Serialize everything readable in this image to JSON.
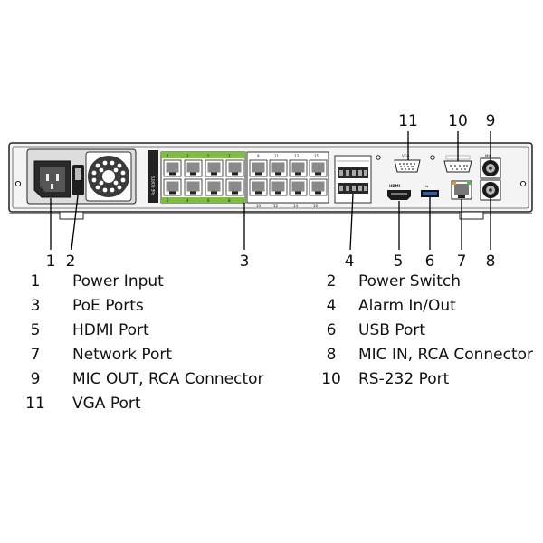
{
  "callouts": [
    "1",
    "2",
    "3",
    "4",
    "5",
    "6",
    "7",
    "8",
    "9",
    "10",
    "11"
  ],
  "panel_labels": {
    "poe_ports": "PoE PORTS",
    "vga": "VGA",
    "hdmi": "HDMI",
    "mic_out": "MIC",
    "port_top": [
      "1",
      "3",
      "5",
      "7",
      "9",
      "11",
      "13",
      "15"
    ],
    "port_bottom": [
      "2",
      "4",
      "6",
      "8",
      "10",
      "12",
      "14",
      "16"
    ]
  },
  "legend": [
    {
      "num": "1",
      "label": "Power Input"
    },
    {
      "num": "2",
      "label": "Power Switch"
    },
    {
      "num": "3",
      "label": "PoE Ports"
    },
    {
      "num": "4",
      "label": "Alarm In/Out"
    },
    {
      "num": "5",
      "label": "HDMI Port"
    },
    {
      "num": "6",
      "label": "USB Port"
    },
    {
      "num": "7",
      "label": "Network Port"
    },
    {
      "num": "8",
      "label": "MIC IN, RCA Connector"
    },
    {
      "num": "9",
      "label": "MIC OUT, RCA Connector"
    },
    {
      "num": "10",
      "label": "RS-232 Port"
    },
    {
      "num": "11",
      "label": "VGA Port"
    }
  ]
}
